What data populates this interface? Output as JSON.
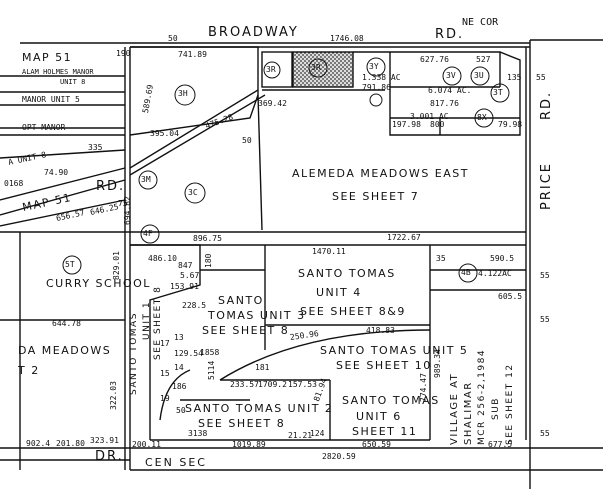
{
  "roads": {
    "broadway": "BROADWAY",
    "broadway_rd": "RD.",
    "price_rd_1": "PRICE",
    "price_rd_2": "RD.",
    "rd_left": "RD.",
    "dr_bottom": "DR.",
    "cen_sec": "CEN SEC",
    "ne_cor": "NE COR"
  },
  "parcels": [
    "3R",
    "3Y",
    "3V",
    "3U",
    "3T",
    "8X",
    "3H",
    "3M",
    "3C",
    "4F",
    "5T",
    "4B"
  ],
  "areas": {
    "alemeda_1": "ALEMEDA MEADOWS EAST",
    "alemeda_2": "SEE SHEET 7",
    "st4_1": "SANTO TOMAS",
    "st4_2": "UNIT 4",
    "st4_3": "SEE SHEET 8&9",
    "st3_1": "SANTO",
    "st3_2": "TOMAS UNIT 3",
    "st3_3": "SEE SHEET 8",
    "st5_1": "SANTO TOMAS UNIT 5",
    "st5_2": "SEE SHEET 10",
    "st6_1": "SANTO TOMAS",
    "st6_2": "UNIT 6",
    "st6_3": "SHEET 11",
    "st2_1": "SANTO TOMAS UNIT 2",
    "st2_2": "SEE SHEET 8",
    "st1_a": "SANTO TOMAS",
    "st1_b": "UNIT 1",
    "st1_c": "SEE SHEET 8",
    "curry": "CURRY SCHOOL",
    "meadows_1": "DA MEADOWS",
    "meadows_2": "T 2",
    "map51_top": "MAP 51",
    "map51_mid": "MAP 51",
    "manor_top": "ALAM HOLMES MANOR",
    "manor_unit": "UNIT 8",
    "manor_unit5": "MANOR UNIT 5",
    "opt_manor": "OPT MANOR",
    "unit8": "A UNIT 8",
    "village_1": "VILLAGE AT",
    "village_2": "SHALIMAR",
    "village_3": "MCR 256-2,1984",
    "village_4": "SUB",
    "village_5": "SEE SHEET 12"
  },
  "acreage": {
    "a1": "1.338 AC",
    "a2": "6.074 AC.",
    "a3": "3.001 AC",
    "a4": "4.122AC"
  },
  "dims": {
    "d_50_top": "50",
    "d_174608": "1746.08",
    "d_190": "190",
    "d_74189": "741.89",
    "d_62776": "627.76",
    "d_527": "527",
    "d_135": "135",
    "d_55a": "55",
    "d_55b": "55",
    "d_55c": "55",
    "d_55d": "55",
    "d_79186": "791.86",
    "d_81776": "817.76",
    "d_19798": "197.98",
    "d_800": "800",
    "d_7998": "79.98",
    "d_58969": "589.69",
    "d_36942": "369.42",
    "d_47528": "475.28",
    "d_39504": "395.04",
    "d_50_mid": "50",
    "d_335": "335",
    "d_7490": "74.90",
    "d_0168": "0168",
    "d_65657": "656.57",
    "d_64625": "646.25",
    "d_75": "75",
    "d_69482": "694.82",
    "d_89675": "896.75",
    "d_172267": "1722.67",
    "d_147011": "1470.11",
    "d_35": "35",
    "d_5905": "590.5",
    "d_55_right": "55",
    "d_82901": "829.01",
    "d_48610": "486.10",
    "d_180": "180",
    "d_847": "847",
    "d_567": "5.67",
    "d_15391": "153.91",
    "d_2285": "228.5",
    "d_6055": "605.5",
    "d_41883": "418.83",
    "d_25096": "250.96",
    "d_64478": "644.78",
    "d_32203": "322.03",
    "d_12954": "129.54",
    "d_1858": "1858",
    "d_181": "181",
    "d_8194": "81.94",
    "d_98934": "989.34",
    "d_77447": "774.47",
    "d_233": "233.57",
    "d_17092": "1709.2",
    "d_15753": "157.53",
    "d_5114": "5114",
    "d_3138": "3138",
    "d_50_low": "50",
    "d_124": "124",
    "d_2121": "21.21",
    "d_101989": "1019.89",
    "d_65059": "650.59",
    "d_6775": "677.5",
    "d_20011": "200.11",
    "d_282059": "2820.59",
    "d_32391": "323.91",
    "d_20180": "201.80",
    "d_9024": "902.4",
    "d_55_bot": "55",
    "d_17": "17",
    "d_15": "15",
    "d_19": "19",
    "d_186": "186",
    "d_13_1": "13",
    "d_14": "14"
  }
}
